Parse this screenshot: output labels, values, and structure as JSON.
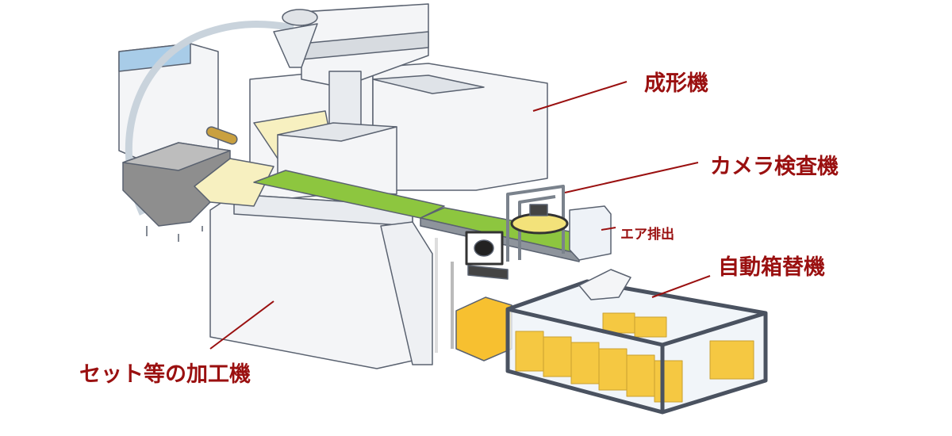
{
  "colors": {
    "label": "#9a1010",
    "outline": "#5a6270",
    "machine": "#f4f5f7",
    "conveyor": "#8dc63f",
    "box": "#f5c842",
    "cabinet": "#f7c030",
    "hopper": "#f7f0c0",
    "frame": "#4a5260"
  },
  "labels": {
    "molding": "成形機",
    "camera": "カメラ検査機",
    "air": "エア排出",
    "boxchanger": "自動箱替機",
    "processing": "セット等の加工機"
  }
}
